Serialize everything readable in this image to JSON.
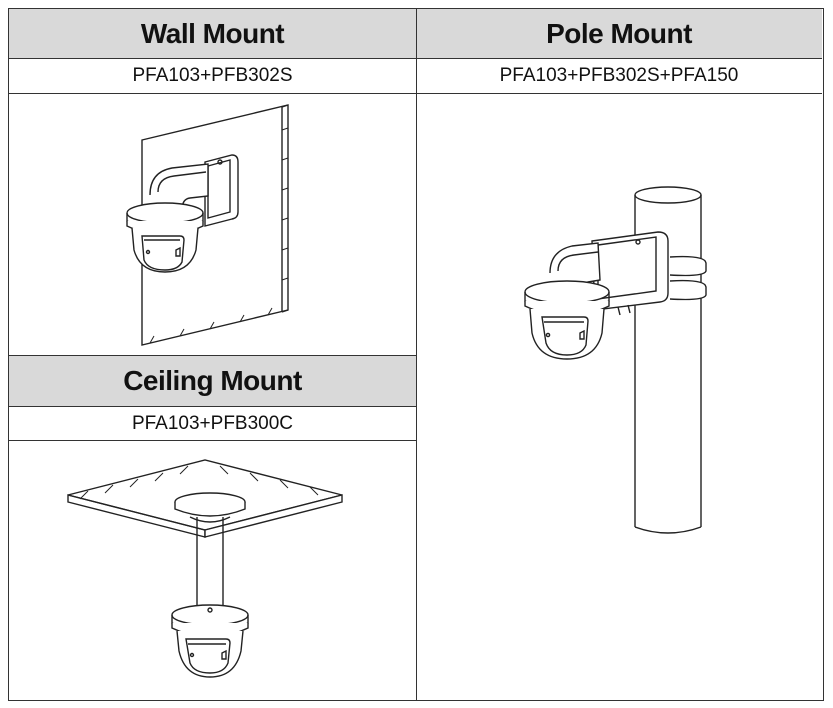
{
  "wall": {
    "title": "Wall Mount",
    "model": "PFA103+PFB302S"
  },
  "pole": {
    "title": "Pole Mount",
    "model": "PFA103+PFB302S+PFA150"
  },
  "ceiling": {
    "title": "Ceiling Mount",
    "model": "PFA103+PFB300C"
  },
  "colors": {
    "header_bg": "#d9d9d9",
    "border": "#333333",
    "line_art": "#222222"
  }
}
